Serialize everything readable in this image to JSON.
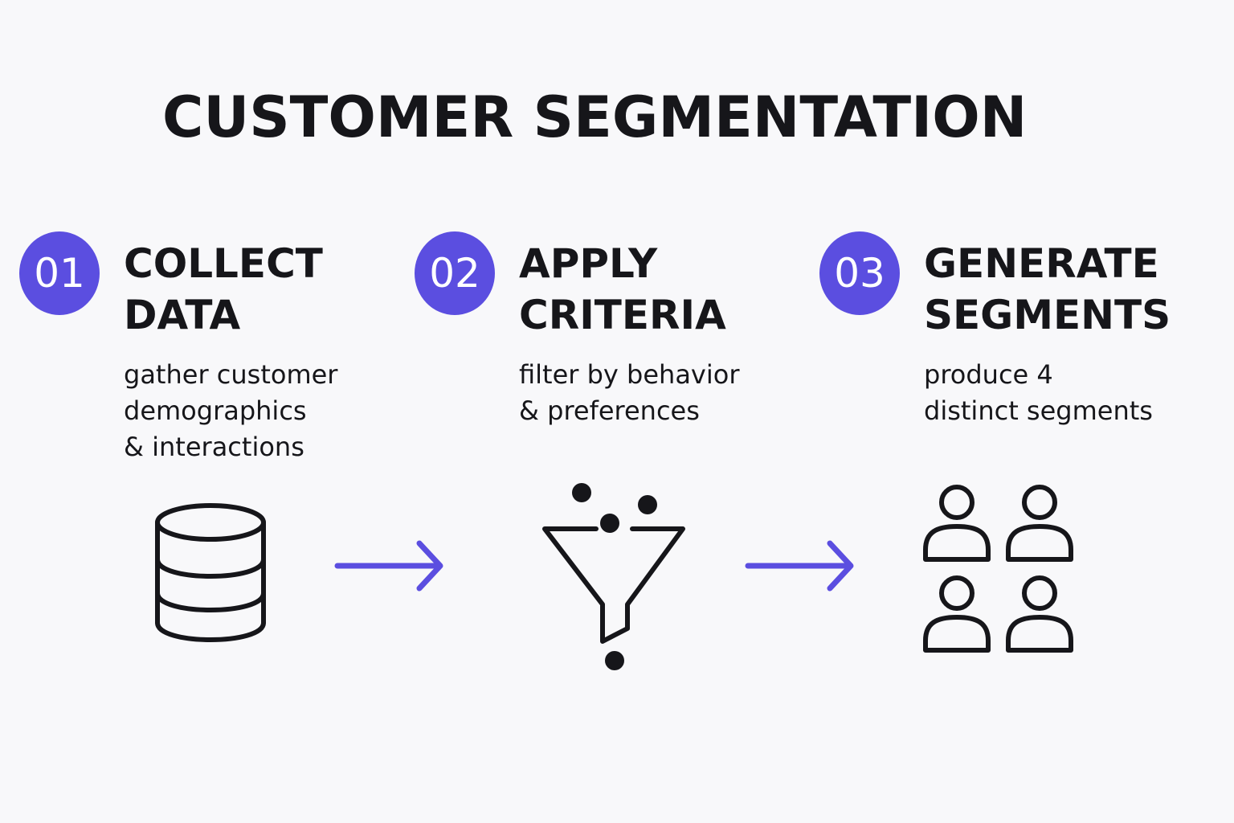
{
  "title": "CUSTOMER SEGMENTATION",
  "colors": {
    "accent": "#5b4ee0",
    "text": "#16161a",
    "background": "#f8f8fa"
  },
  "steps": [
    {
      "number": "01",
      "heading": [
        "COLLECT",
        "DATA"
      ],
      "description": [
        "gather customer",
        "demographics",
        "& interactions"
      ],
      "icon": "database-icon"
    },
    {
      "number": "02",
      "heading": [
        "APPLY",
        "CRITERIA"
      ],
      "description": [
        "filter by behavior",
        "& preferences"
      ],
      "icon": "funnel-icon"
    },
    {
      "number": "03",
      "heading": [
        "GENERATE",
        "SEGMENTS"
      ],
      "description": [
        "produce 4",
        "distinct segments"
      ],
      "icon": "people-group-icon"
    }
  ],
  "connectors": [
    "arrow-right-icon",
    "arrow-right-icon"
  ]
}
